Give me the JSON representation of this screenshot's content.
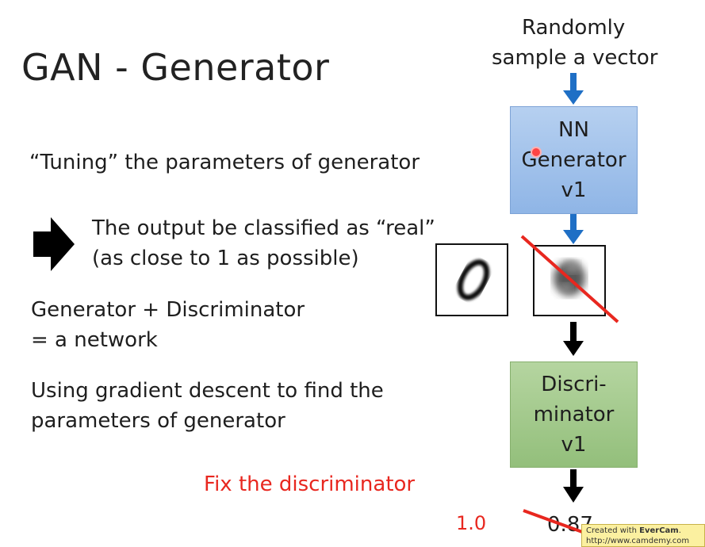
{
  "slide": {
    "title": "GAN - Generator",
    "tuning_text": "“Tuning” the parameters of generator",
    "output_line1": "The output be classified as “real”",
    "output_line2": "(as close to 1 as possible)",
    "network_line1": "Generator + Discriminator",
    "network_line2": "= a network",
    "gradient_line1": "Using gradient descent to find the",
    "gradient_line2": "parameters of generator",
    "fix_text": "Fix the discriminator"
  },
  "diagram": {
    "sample_line1": "Randomly",
    "sample_line2": "sample a vector",
    "generator": {
      "line1": "NN",
      "line2": "Generator",
      "line3": "v1"
    },
    "discriminator": {
      "line1": "Discri-",
      "line2": "minator",
      "line3": "v1"
    },
    "target_value": "1.0",
    "output_value": "0.87",
    "colors": {
      "arrow_blue": "#1f6fc5",
      "red": "#e8271f",
      "generator_fill": "#9fc0ea",
      "discriminator_fill": "#a2c98a"
    }
  },
  "watermark": {
    "prefix": "Created with ",
    "brand": "EverCam",
    "suffix": ".",
    "url": "http://www.camdemy.com"
  }
}
